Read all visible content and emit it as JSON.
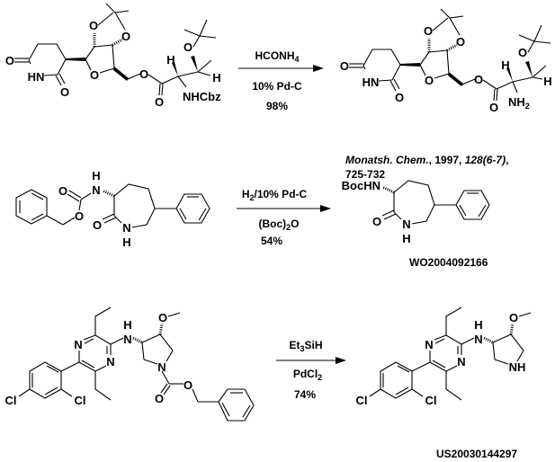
{
  "reactions": [
    {
      "reagent1": {
        "text": "HCONH",
        "sub": "4"
      },
      "reagent2": "10% Pd-C",
      "yield": "98%",
      "reference": {
        "journal": "Monatsh. Chem.",
        "year": ", 1997, ",
        "volume": "128(6-7)",
        "tail": ",",
        "pages": "725-732"
      },
      "start_labels": [
        "O",
        "O",
        "O",
        "HN",
        "O",
        "O",
        "O",
        "O",
        "H",
        "NHCbz",
        "H"
      ],
      "product_labels": [
        "O",
        "O",
        "O",
        "HN",
        "O",
        "O",
        "O",
        "O",
        "H",
        "NH",
        "2",
        "H"
      ]
    },
    {
      "reagent1": {
        "pre": "H",
        "sub": "2",
        "post": "/10% Pd-C"
      },
      "reagent2": {
        "pre": "(Boc)",
        "sub": "2",
        "post": "O"
      },
      "yield": "54%",
      "reference": "WO2004092166",
      "start_labels": [
        "O",
        "O",
        "N",
        "H",
        "O",
        "N",
        "H"
      ],
      "product_labels": [
        "BocHN",
        "O",
        "N",
        "H"
      ]
    },
    {
      "reagent1": {
        "pre": "Et",
        "sub": "3",
        "post": "SiH"
      },
      "reagent2": {
        "pre": "PdCl",
        "sub": "2"
      },
      "yield": "74%",
      "reference": "US20030144297",
      "start_labels": [
        "N",
        "N",
        "N",
        "H",
        "O",
        "N",
        "O",
        "O",
        "Cl",
        "Cl"
      ],
      "product_labels": [
        "N",
        "N",
        "N",
        "H",
        "O",
        "NH",
        "Cl",
        "Cl"
      ]
    }
  ]
}
